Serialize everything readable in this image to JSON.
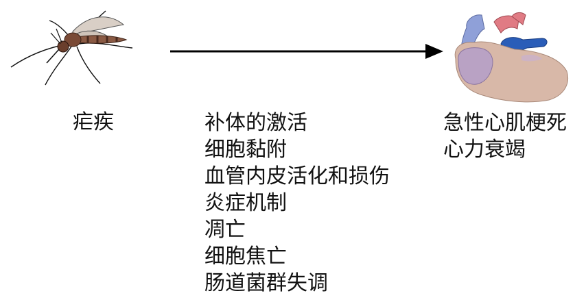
{
  "source_label": "疟疾",
  "mechanisms": [
    "补体的激活",
    "细胞黏附",
    "血管内皮活化和损伤",
    "炎症机制",
    "凋亡",
    "细胞焦亡",
    "肠道菌群失调"
  ],
  "outcomes": [
    "急性心肌梗死",
    "心力衰竭"
  ],
  "colors": {
    "mosquito_body": "#8a5a44",
    "mosquito_stripe": "#4a2a1e",
    "heart_main": "#d8b8a8",
    "heart_chamber": "#b9a2c4",
    "aorta": "#e07b84",
    "vessel_blue": "#2a5db8",
    "vessel_light": "#8fa0d8"
  }
}
